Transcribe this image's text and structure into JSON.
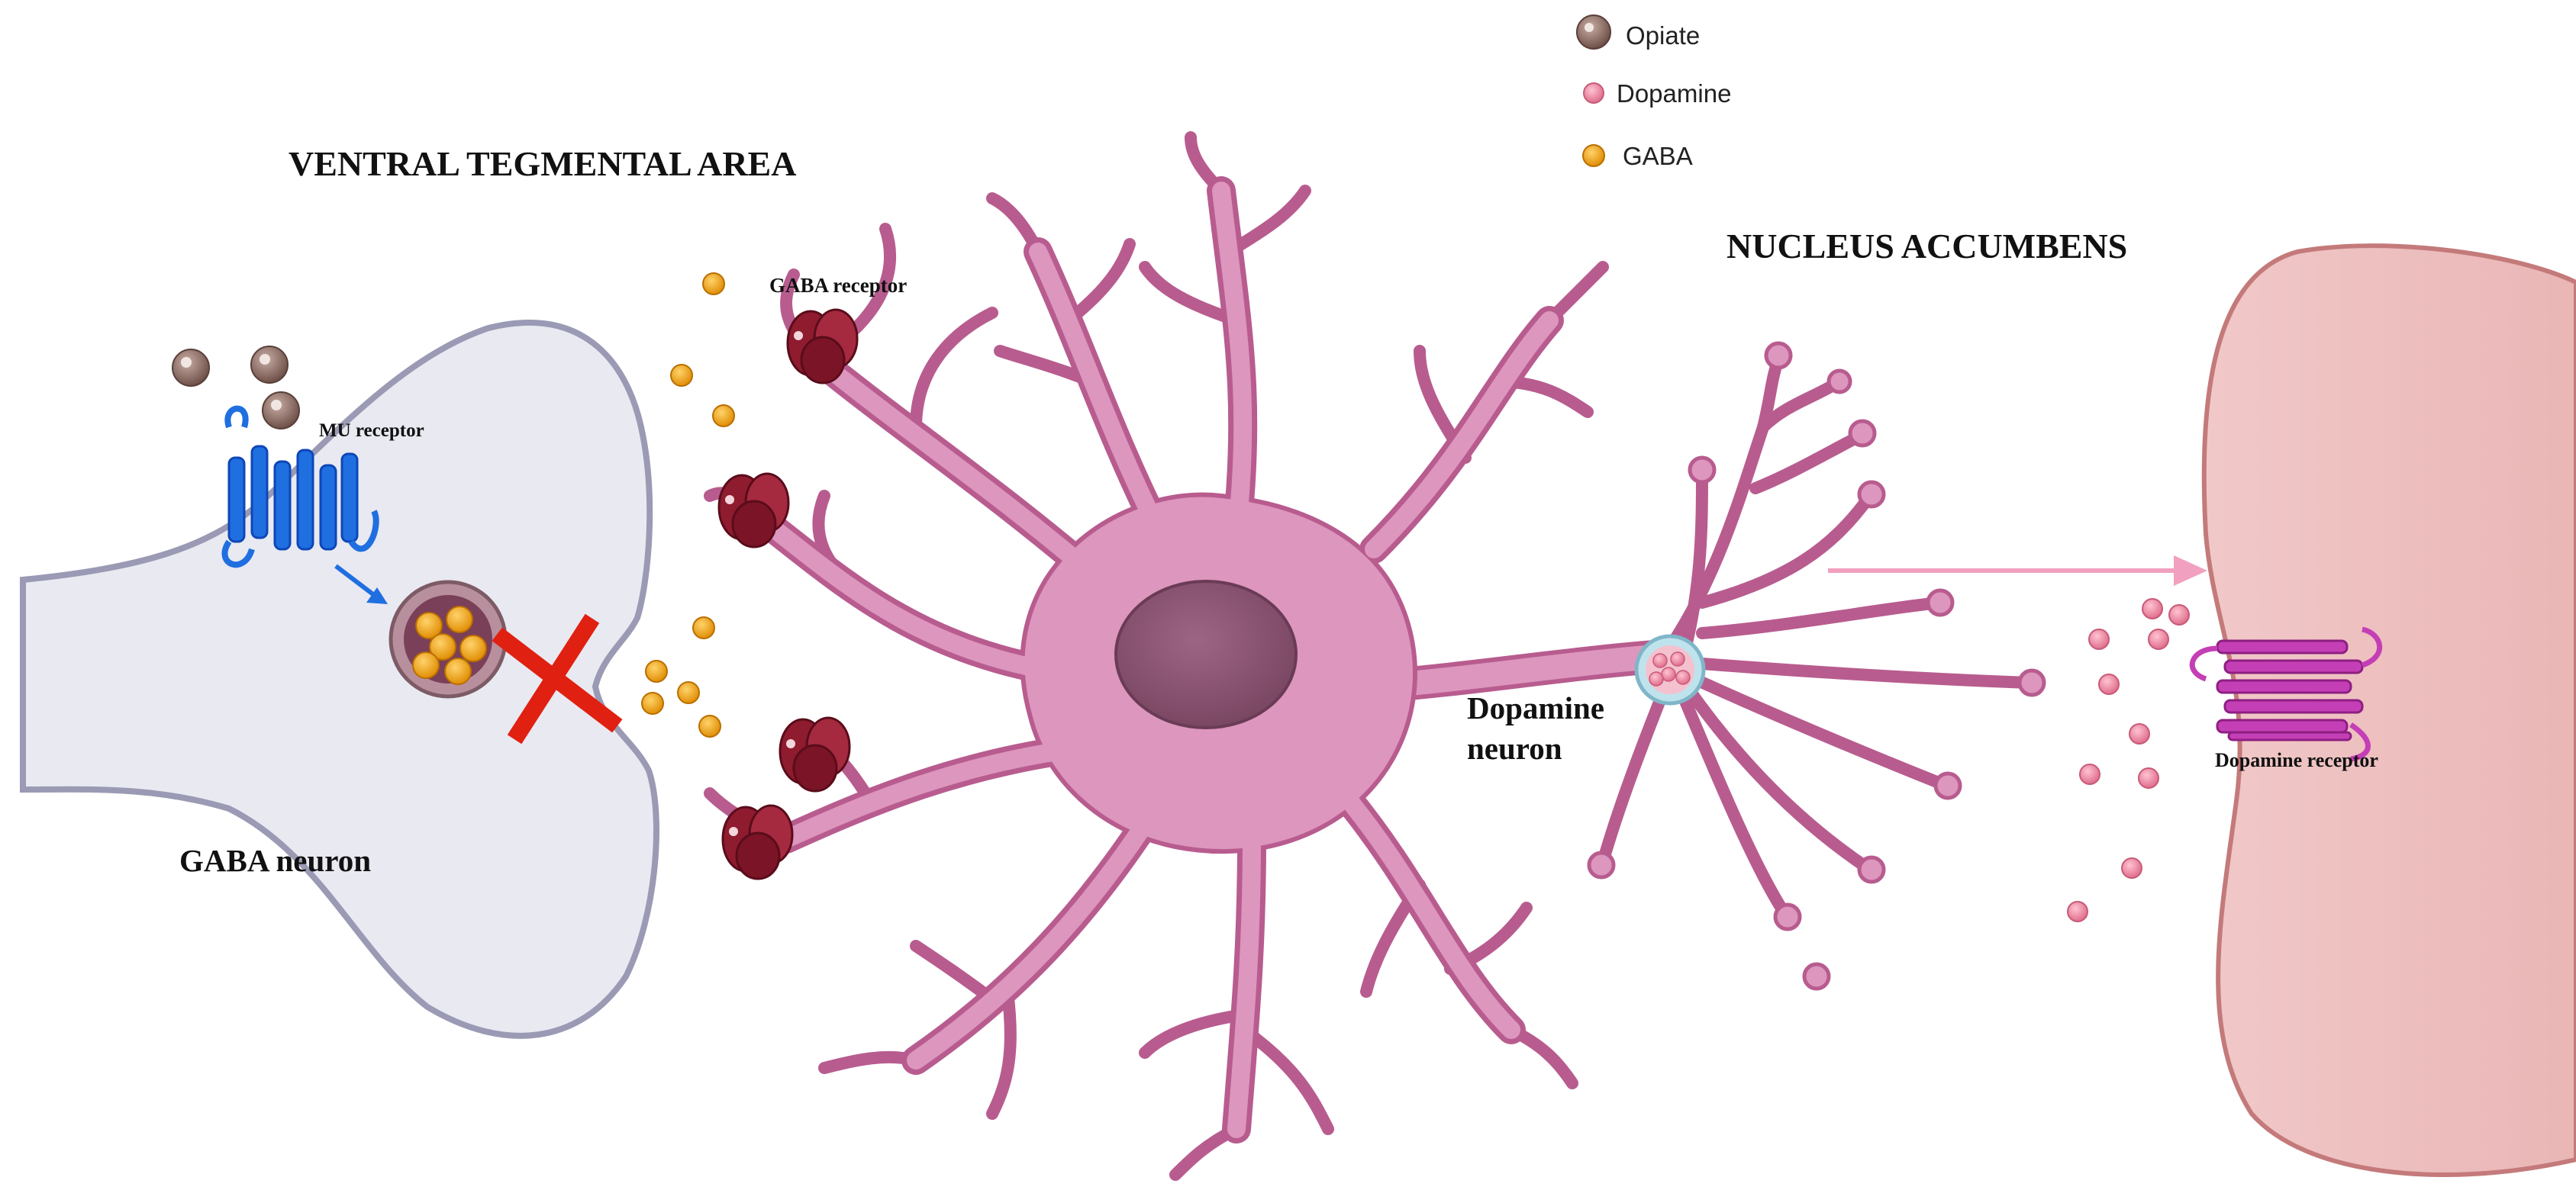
{
  "legend": {
    "opiate": "Opiate",
    "dopamine": "Dopamine",
    "gaba": "GABA"
  },
  "regions": {
    "vta": "VENTRAL TEGMENTAL AREA",
    "nac": "NUCLEUS ACCUMBENS"
  },
  "labels": {
    "gaba_neuron": "GABA neuron",
    "mu_receptor": "MU receptor",
    "gaba_receptor": "GABA receptor",
    "dopamine_neuron_line1": "Dopamine",
    "dopamine_neuron_line2": "neuron",
    "dopamine_receptor": "Dopamine receptor"
  },
  "colors": {
    "gaba_neuron_fill": "#e9e9f1",
    "gaba_neuron_stroke": "#9a9ab5",
    "dopamine_neuron_fill": "#dd96bd",
    "dopamine_neuron_stroke": "#b85c8f",
    "nucleus": "#925a78",
    "target_cell_fill": "#efc4c4",
    "target_cell_stroke": "#c47a7a",
    "opiate": "#8a6a62",
    "dopamine": "#ef8fa8",
    "gaba": "#f2a81a",
    "mu_receptor": "#1f6fe0",
    "gaba_receptor": "#8e1b2e",
    "dopamine_receptor": "#c43fb5",
    "block_x": "#e02010",
    "arrow_release": "#f2a0bf"
  },
  "icons": {
    "blocked": "x-mark-icon",
    "signal": "arrow-icon"
  }
}
